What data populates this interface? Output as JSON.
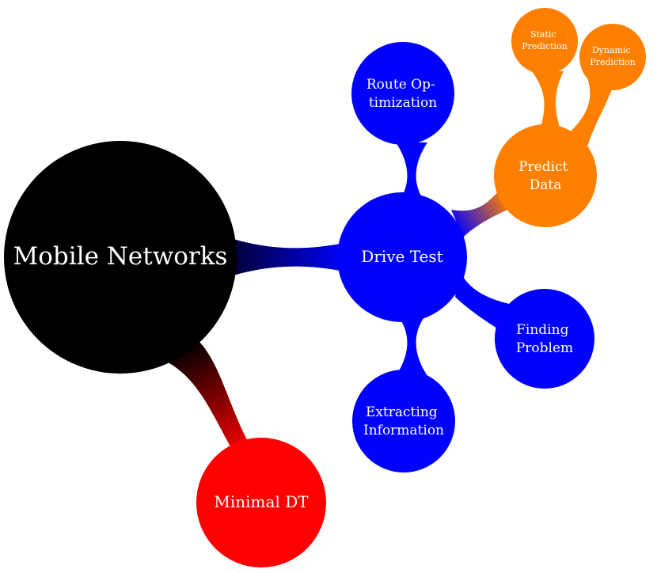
{
  "colors": {
    "root": "#000000",
    "level1": "#0000ff",
    "minimal": "#ff0000",
    "predict": "#ff8000",
    "text": "#ffffff",
    "background": "#ffffff"
  },
  "nodes": {
    "root": {
      "lines": [
        "Mobile Networks"
      ]
    },
    "drive_test": {
      "lines": [
        "Drive Test"
      ]
    },
    "minimal_dt": {
      "lines": [
        "Minimal DT"
      ]
    },
    "route_optimization": {
      "lines": [
        "Route Op-",
        "timization"
      ]
    },
    "predict_data": {
      "lines": [
        "Predict",
        "Data"
      ]
    },
    "finding_problem": {
      "lines": [
        "Finding",
        "Problem"
      ]
    },
    "extracting_information": {
      "lines": [
        "Extracting",
        "Information"
      ]
    },
    "static_prediction": {
      "lines": [
        "Static",
        "Prediction"
      ]
    },
    "dynamic_prediction": {
      "lines": [
        "Dynamic",
        "Prediction"
      ]
    }
  }
}
